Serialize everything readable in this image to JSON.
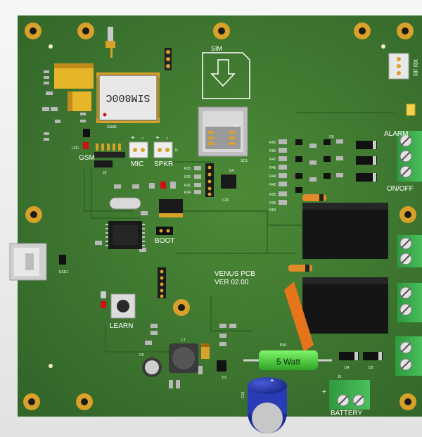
{
  "board": {
    "title": "VENUS PCB",
    "version": "VER 02.00",
    "colors": {
      "pcb": "#3f7a2f",
      "pcb_dark": "#2f6224",
      "silk": "#ffffff",
      "gold": "#d8a12a",
      "relay": "#141414",
      "terminal": "#3aa54a"
    }
  },
  "labels": {
    "sim_slot": "SIM",
    "sim_module": "SIM800C",
    "gsm": "GSM",
    "mic": "MIC",
    "spkr": "SPKR",
    "boot": "BOOT",
    "learn": "LEARN",
    "alarm": "ALARM",
    "on_off": "ON/OFF",
    "battery": "BATTERY",
    "rf_rx": "RF RX",
    "resistor_label": "5 Watt",
    "led": "LED",
    "sc1": "SC1",
    "u1": "U1",
    "u4": "U4",
    "c20": "C20",
    "gsm1": "GSM1",
    "j5": "J5",
    "j1": "J1",
    "j2": "J2",
    "c13": "C13",
    "r30": "R30",
    "d1": "D1",
    "d2": "D2",
    "d4": "D4",
    "l1": "L1",
    "c5": "C5",
    "c8": "C8",
    "esd1": "ESD1",
    "plus": "+",
    "minus": "-"
  },
  "resistor_refs_left": [
    "R52",
    "R50",
    "R47",
    "R46",
    "R44",
    "R42",
    "R35",
    "R36",
    "R53"
  ],
  "resistor_refs_mid": [
    "R33",
    "R32",
    "R31",
    "R34"
  ]
}
